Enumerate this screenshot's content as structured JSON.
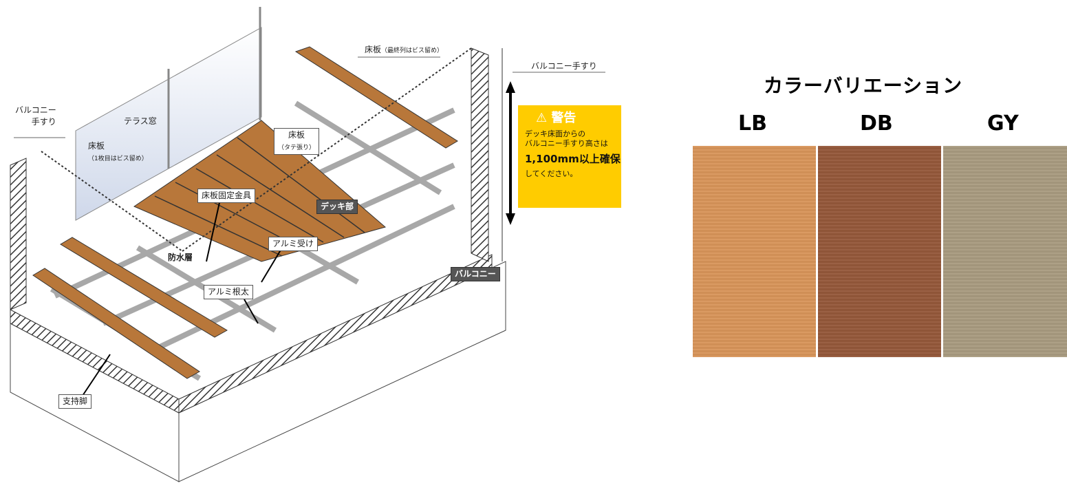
{
  "diagram": {
    "labels": {
      "railing_left": "バルコニー\n手すり",
      "terrace_window": "テラス窓",
      "floorboard_first": "床板",
      "floorboard_first_note": "（1枚目はビス留め）",
      "floorboard_last": "床板",
      "floorboard_last_note": "（最終列はビス留め）",
      "railing_right": "バルコニー手すり",
      "floorboard_vertical": "床板",
      "floorboard_vertical_note": "（タテ張り）",
      "fixing_bracket": "床板固定金具",
      "deck_part": "デッキ部",
      "waterproof_layer": "防水層",
      "alum_support": "アルミ受け",
      "alum_joist": "アルミ根太",
      "support_leg": "支持脚",
      "balcony": "バルコニー"
    },
    "warning": {
      "icon": "warning-triangle-icon",
      "title": "警告",
      "line1": "デッキ床面からの",
      "line2": "バルコニー手すり高さは",
      "emphasis": "1,100mm以上確保",
      "line3": "してください。",
      "color": "#FFCC00"
    }
  },
  "color_variation": {
    "title": "カラーバリエーション",
    "swatches": [
      {
        "code": "LB",
        "color": "#D8955A"
      },
      {
        "code": "DB",
        "color": "#95583A"
      },
      {
        "code": "GY",
        "color": "#A99B80"
      }
    ]
  }
}
